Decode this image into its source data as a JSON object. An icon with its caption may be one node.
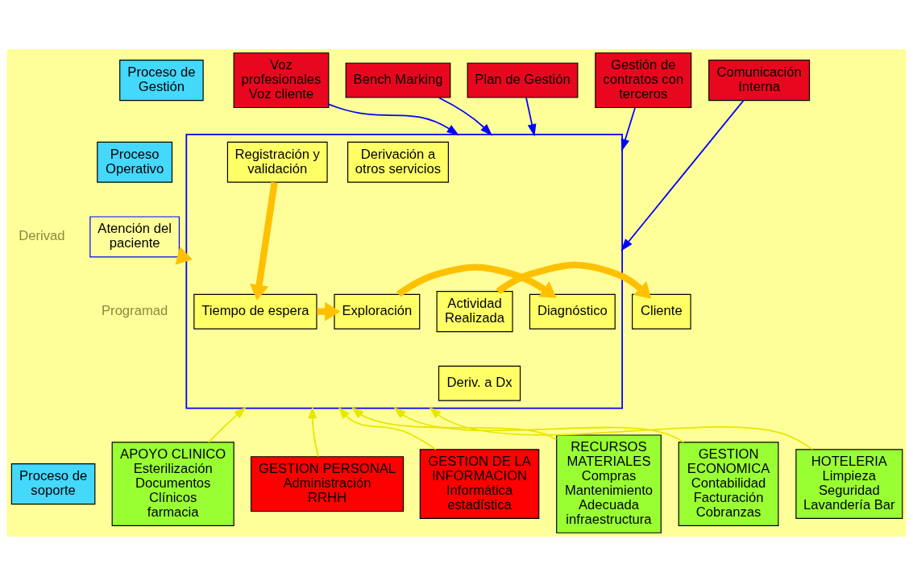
{
  "diagram": {
    "nodes": [
      {
        "text": [
          "Proceso de Gestión"
        ]
      },
      {
        "text": [
          "Voz profesionales Voz cliente"
        ]
      },
      {
        "text": [
          "Bench Marking"
        ]
      },
      {
        "text": [
          "Plan de Gestión"
        ]
      },
      {
        "text": [
          "Gestión de contratos con terceros"
        ]
      },
      {
        "text": [
          "Comunicación Interna"
        ]
      },
      {
        "text": [
          "Proceso Operativo"
        ]
      },
      {
        "text": [
          "Atención del paciente"
        ]
      },
      {
        "text": [],
        "shape": "box"
      },
      {
        "text": [
          "Registración y validación"
        ],
        "in": 8
      },
      {
        "text": [
          "Tiempo de espera"
        ],
        "in": 8
      },
      {
        "text": [
          "Exploración"
        ],
        "in": 8
      },
      {
        "text": [
          "Diagnóstico"
        ],
        "in": 8
      },
      {
        "text": [
          "Derivación a otros servicios"
        ],
        "in": 8
      },
      {
        "text": [
          "Actividad Realizada"
        ],
        "in": 8
      },
      {
        "text": [
          "Deriv. a Dx"
        ],
        "in": 8
      },
      {
        "text": [
          "Cliente"
        ]
      },
      {
        "text": [
          "Proceso de soporte"
        ]
      },
      {
        "text": [
          "APOYO CLINICO",
          "Esterilización Documentos Clínicos farmacia"
        ]
      },
      {
        "text": [
          "GESTION PERSONAL",
          "Administración RRHH"
        ]
      },
      {
        "text": [
          "GESTION DE LA INFORMACION",
          "Informática estadística"
        ]
      },
      {
        "text": [
          "RECURSOS MATERIALES",
          "Compras Mantenimiento Adecuada infraestructura"
        ]
      },
      {
        "text": [
          "GESTION ECONOMICA",
          "Contabilidad Facturación Cobranzas"
        ]
      },
      {
        "text": [
          "HOTELERIA",
          "Limpieza Seguridad Lavandería Bar"
        ]
      }
    ],
    "edges": [
      {
        "from": 1,
        "to": 8,
        "arrow": "to",
        "color": "#0000ff"
      },
      {
        "from": 2,
        "to": 8,
        "arrow": "to",
        "color": "#0000ff"
      },
      {
        "from": 3,
        "to": 8,
        "arrow": "to",
        "color": "#0000ff"
      },
      {
        "from": 4,
        "to": 8,
        "arrow": "to",
        "color": "#0000ff"
      },
      {
        "from": 5,
        "to": 8,
        "arrow": "to",
        "color": "#0000ff"
      },
      {
        "from": 7,
        "to": 8,
        "arrow": "to",
        "style": "thick"
      },
      {
        "from": 9,
        "to": 10,
        "arrow": "to",
        "style": "thick"
      },
      {
        "from": 10,
        "to": 11,
        "arrow": "to",
        "style": "thick"
      },
      {
        "from": 11,
        "to": 12,
        "arrow": "to",
        "style": "thick"
      },
      {
        "from": 14,
        "to": 16,
        "arrow": "to",
        "style": "thick"
      },
      {
        "from": 18,
        "to": 8,
        "arrow": "to",
        "color": "#e6e600"
      },
      {
        "from": 19,
        "to": 8,
        "arrow": "to",
        "color": "#e6e600"
      },
      {
        "from": 20,
        "to": 8,
        "arrow": "to",
        "color": "#e6e600"
      },
      {
        "from": 21,
        "to": 8,
        "arrow": "to",
        "color": "#e6e600"
      },
      {
        "from": 22,
        "to": 8,
        "arrow": "to",
        "color": "#e6e600"
      },
      {
        "from": 23,
        "to": 8,
        "arrow": "to",
        "color": "#e6e600"
      }
    ],
    "labels": [
      "Derivad",
      "Programad"
    ]
  }
}
